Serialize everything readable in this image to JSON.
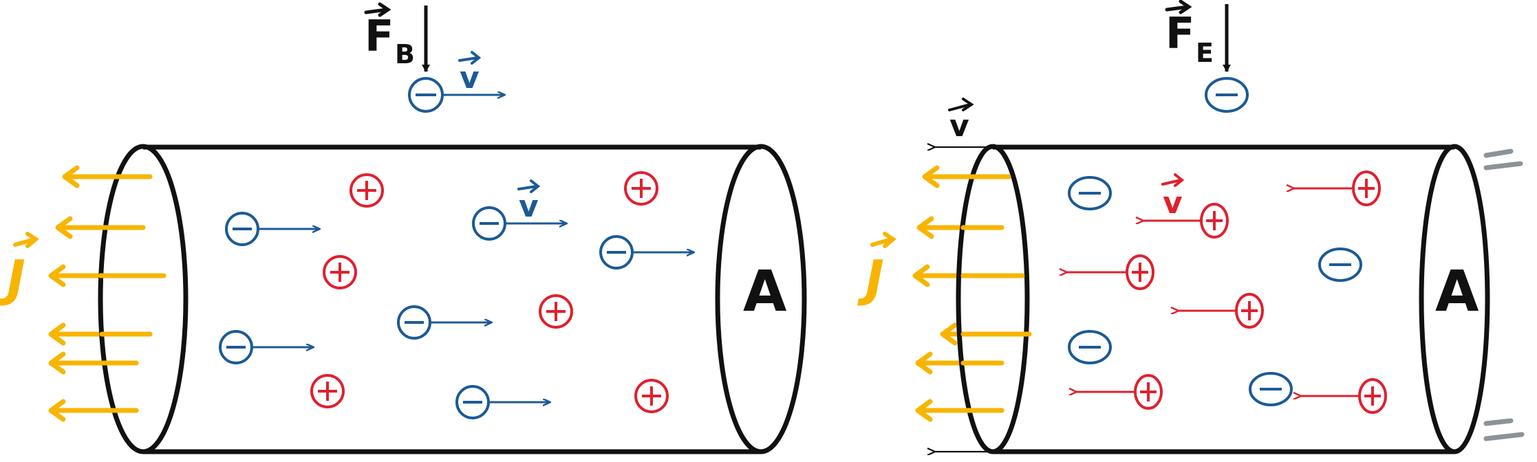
{
  "colors": {
    "outline": "#111111",
    "electron": "#1c5a96",
    "proton": "#e0202e",
    "current": "#f7b500",
    "mirror": "#8a9398"
  },
  "left_panel": {
    "force_label": "F",
    "force_subscript": "B",
    "velocity_label": "v",
    "current_label": "J",
    "area_label": "A"
  },
  "right_panel": {
    "force_label": "F",
    "force_subscript": "E",
    "velocity_label": "v",
    "current_label": "J",
    "area_label": "A"
  },
  "icons": {
    "electron": "minus-in-circle",
    "proton": "plus-in-circle",
    "arrow": "arrowhead"
  }
}
